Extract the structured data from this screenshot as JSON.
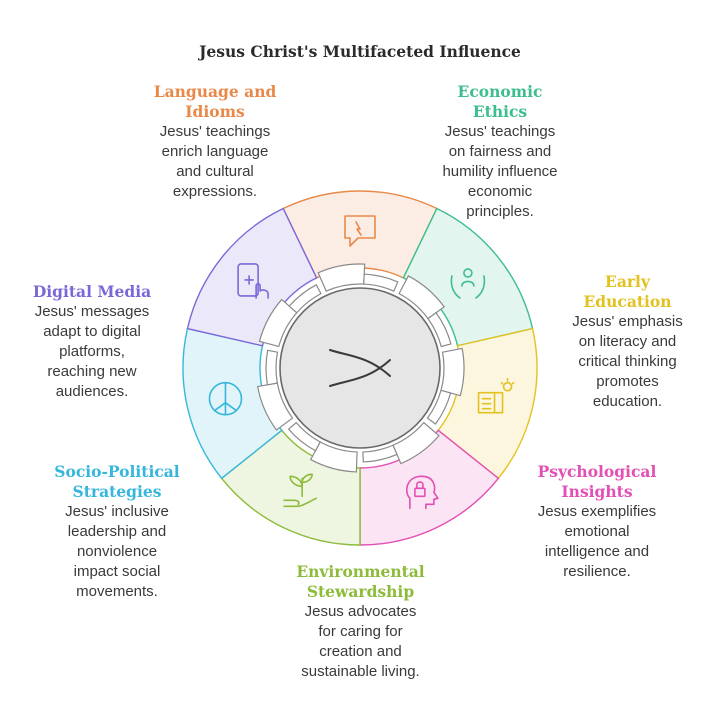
{
  "title": "Jesus Christ's Multifaceted Influence",
  "colors": {
    "language": "#E8894A",
    "economic": "#3DBE8C",
    "education": "#E3C21F",
    "psychological": "#E24FB5",
    "environmental": "#8DBB3A",
    "sociopolitical": "#35B7DC",
    "digital": "#7B68D8"
  },
  "segments": [
    {
      "id": "language",
      "heading": [
        "Language and",
        "Idioms"
      ],
      "description": [
        "Jesus' teachings",
        "enrich language",
        "and cultural",
        "expressions."
      ],
      "icon": "speech-bubble-icon"
    },
    {
      "id": "economic",
      "heading": [
        "Economic",
        "Ethics"
      ],
      "description": [
        "Jesus' teachings",
        "on fairness and",
        "humility influence",
        "economic",
        "principles."
      ],
      "icon": "hands-person-icon"
    },
    {
      "id": "education",
      "heading": [
        "Early",
        "Education"
      ],
      "description": [
        "Jesus' emphasis",
        "on literacy and",
        "critical thinking",
        "promotes",
        "education."
      ],
      "icon": "book-lightbulb-icon"
    },
    {
      "id": "psychological",
      "heading": [
        "Psychological",
        "Insights"
      ],
      "description": [
        "Jesus exemplifies",
        "emotional",
        "intelligence and",
        "resilience."
      ],
      "icon": "head-lock-icon"
    },
    {
      "id": "environmental",
      "heading": [
        "Environmental",
        "Stewardship"
      ],
      "description": [
        "Jesus advocates",
        "for caring for",
        "creation and",
        "sustainable living."
      ],
      "icon": "hand-plant-icon"
    },
    {
      "id": "sociopolitical",
      "heading": [
        "Socio-Political",
        "Strategies"
      ],
      "description": [
        "Jesus' inclusive",
        "leadership and",
        "nonviolence",
        "impact social",
        "movements."
      ],
      "icon": "peace-sign-icon"
    },
    {
      "id": "digital",
      "heading": [
        "Digital Media"
      ],
      "description": [
        "Jesus' messages",
        "adapt to digital",
        "platforms,",
        "reaching new",
        "audiences."
      ],
      "icon": "phone-touch-icon"
    }
  ],
  "center": {
    "icon": "fish-symbol-icon"
  }
}
